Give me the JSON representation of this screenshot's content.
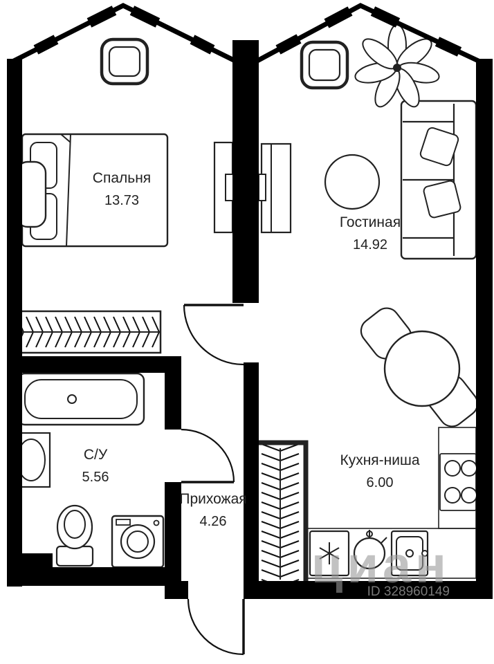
{
  "plan": {
    "rooms": [
      {
        "name": "Спальня",
        "area": "13.73"
      },
      {
        "name": "Гостиная",
        "area": "14.92"
      },
      {
        "name": "С/У",
        "area": "5.56"
      },
      {
        "name": "Прихожая",
        "area": "4.26"
      },
      {
        "name": "Кухня-ниша",
        "area": "6.00"
      }
    ],
    "watermark": {
      "logo": "циан",
      "id": "ID 328960149"
    },
    "colors": {
      "wall": "#000000",
      "furniture": "#222222",
      "label": "#222222",
      "watermark": "#9a9a9a"
    }
  }
}
